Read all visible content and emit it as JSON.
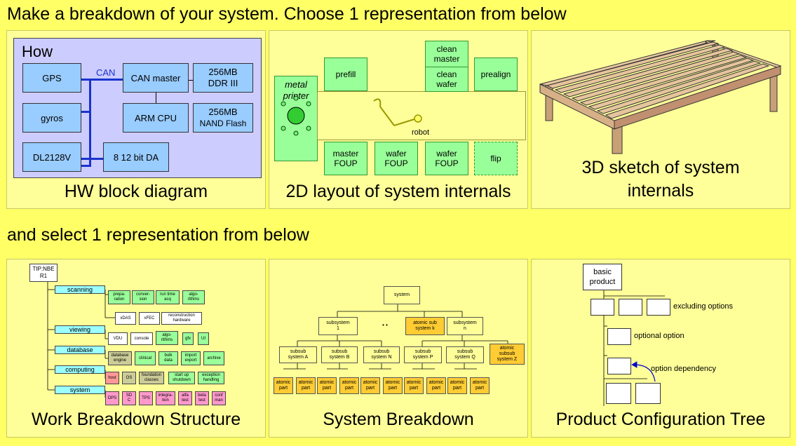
{
  "heading1": "Make a breakdown of your system. Choose 1 representation from below",
  "heading2": "and select 1 representation from below",
  "captions": {
    "hw": "HW block diagram",
    "layout": "2D layout of system internals",
    "sketch_line1": "3D sketch of system",
    "sketch_line2": "internals",
    "wbs": "Work Breakdown Structure",
    "sysbd": "System Breakdown",
    "pct": "Product Configuration Tree"
  },
  "hw_diagram": {
    "title": "How",
    "can_label": "CAN",
    "gps": "GPS",
    "gyros": "gyros",
    "dl": "DL2128V",
    "can_master": "CAN master",
    "arm": "ARM CPU",
    "ddr_1": "256MB",
    "ddr_2": "DDR III",
    "nand_1": "256MB",
    "nand_2": "NAND Flash",
    "da": "8 12 bit DA"
  },
  "layout": {
    "metal_1": "metal",
    "metal_2": "printer",
    "prefill": "prefill",
    "clean_master_1": "clean",
    "clean_master_2": "master",
    "clean_wafer_1": "clean",
    "clean_wafer_2": "wafer",
    "prealign": "prealign",
    "robot": "robot",
    "master_foup_1": "master",
    "master_foup_2": "FOUP",
    "wafer_foup_a_1": "wafer",
    "wafer_foup_a_2": "FOUP",
    "wafer_foup_b_1": "wafer",
    "wafer_foup_b_2": "FOUP",
    "flip": "flip"
  },
  "wbs": {
    "root_1": "TIP:NBE",
    "root_2": "R1",
    "cat_scanning": "scanning",
    "cat_viewing": "viewing",
    "cat_database": "database",
    "cat_computing": "computing",
    "cat_system": "system",
    "prep_1": "prepa-",
    "prep_2": "ration",
    "conv_1": "conver-",
    "conv_2": "sion",
    "run_1": "run time",
    "run_2": "acq",
    "algo_1": "algo-",
    "algo_2": "rithms",
    "xdas": "xDAS",
    "xfec": "xFEC",
    "recon_1": "reconstruction",
    "recon_2": "hardware",
    "vdu": "VDU",
    "console": "console",
    "valgo_1": "algo-",
    "valgo_2": "rithms",
    "gfx": "gfx",
    "ui": "UI",
    "dbe_1": "database",
    "dbe_2": "engine",
    "clinical": "clinical",
    "bulk_1": "bulk",
    "bulk_2": "data",
    "import_1": "import",
    "import_2": "export",
    "archive": "archive",
    "host": "host",
    "os": "OS",
    "found_1": "foundation",
    "found_2": "classes",
    "start_1": "start up",
    "start_2": "shutdown",
    "exc_1": "exception",
    "exc_2": "handling",
    "dps": "DPS",
    "sdc_1": "SD",
    "sdc_2": "C",
    "tps": "TPS",
    "integ_1": "integra-",
    "integ_2": "tion",
    "alfa_1": "alfa",
    "alfa_2": "test",
    "beta_1": "beta",
    "beta_2": "test",
    "conf_1": "conf",
    "conf_2": "man"
  },
  "sysbd": {
    "system": "system",
    "sub1_1": "subsystem",
    "sub1_2": "1",
    "dots": "• •",
    "subk_1": "atomic sub",
    "subk_2": "system k",
    "subn_1": "subsystem",
    "subn_2": "n",
    "ssa_1": "subsub",
    "ssa_2": "system A",
    "ssb_1": "subsub",
    "ssb_2": "system B",
    "ssn_1": "subsub",
    "ssn_2": "system N",
    "ssp_1": "subsub",
    "ssp_2": "system P",
    "ssq_1": "subsub",
    "ssq_2": "system Q",
    "ssz_1": "atomic",
    "ssz_2": "subsub",
    "ssz_3": "system Z",
    "part_1": "atomic",
    "part_2": "part"
  },
  "pct": {
    "basic_1": "basic",
    "basic_2": "product",
    "excluding": "excluding options",
    "optional": "optional option",
    "dependency": "option dependency"
  }
}
